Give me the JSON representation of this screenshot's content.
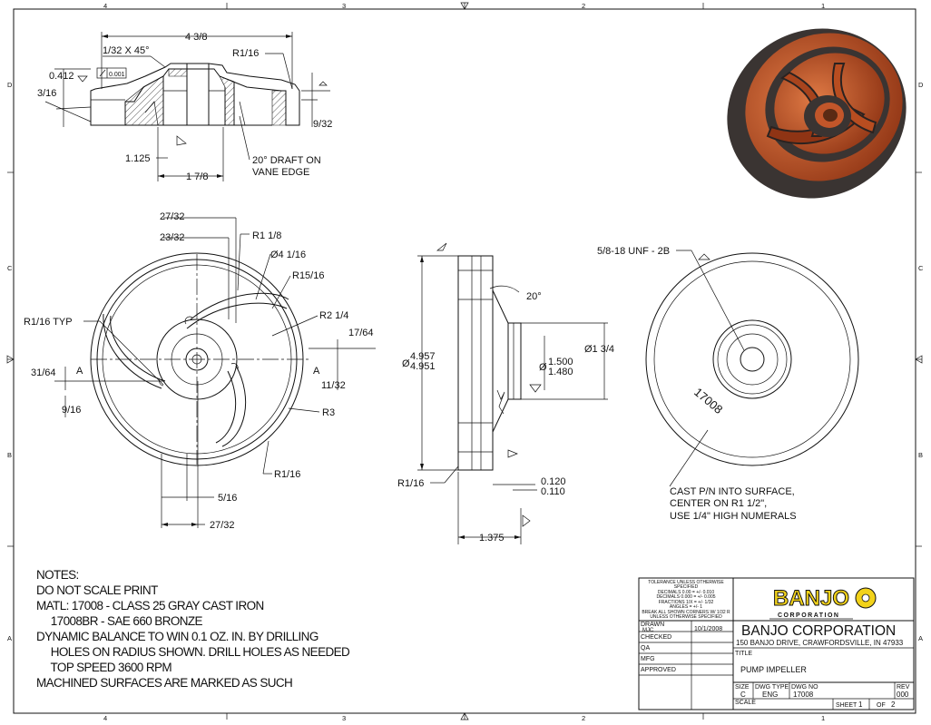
{
  "zones": {
    "top": [
      "4",
      "3",
      "2",
      "1"
    ],
    "bottom": [
      "4",
      "3",
      "2",
      "1"
    ],
    "left": [
      "D",
      "C",
      "B",
      "A"
    ],
    "right": [
      "D",
      "C",
      "B",
      "A"
    ]
  },
  "section_view": {
    "dims": {
      "overall_dia": "4 3/8",
      "chamfer": "1/32 X 45°",
      "radius_rim": "R1/16",
      "height": "0.412",
      "flatness": "0.001",
      "hub_offset": "3/16",
      "rim_thickness": "9/32",
      "hub_dia": "1.125",
      "hub_outer": "1 7/8",
      "draft_note_1": "20° DRAFT ON",
      "draft_note_2": "VANE EDGE"
    }
  },
  "front_view": {
    "dims": {
      "d1": "27/32",
      "d2": "23/32",
      "r1": "R1 1/8",
      "hole": "Ø4 1/16",
      "r2": "R15/16",
      "r3": "R2 1/4",
      "r4": "R1/16 TYP",
      "d3": "17/64",
      "d4": "31/64",
      "section_a": "A",
      "d5": "11/32",
      "d6": "9/16",
      "r5": "R3",
      "r6": "R1/16",
      "d7": "5/16",
      "d8": "27/32"
    }
  },
  "side_view": {
    "dims": {
      "outer_max": "4.957",
      "outer_min": "4.951",
      "angle": "20°",
      "bore_max": "1.500",
      "bore_min": "1.480",
      "hub": "Ø1 3/4",
      "fillet": "R1/16",
      "thick_max": "0.120",
      "thick_min": "0.110",
      "length": "1.375"
    }
  },
  "back_view": {
    "thread": "5/8-18 UNF - 2B",
    "part_number": "17008",
    "cast_note_1": "CAST P/N INTO SURFACE,",
    "cast_note_2": "CENTER ON R1 1/2\",",
    "cast_note_3": "USE 1/4\" HIGH NUMERALS"
  },
  "notes": {
    "title": "NOTES:",
    "lines": [
      "DO NOT SCALE PRINT",
      "MATL: 17008 - CLASS 25 GRAY CAST IRON",
      "     17008BR - SAE 660 BRONZE",
      "DYNAMIC BALANCE TO WIN 0.1 OZ. IN. BY DRILLING",
      "     HOLES ON RADIUS SHOWN. DRILL HOLES AS NEEDED",
      "     TOP SPEED 3600 RPM",
      "MACHINED SURFACES ARE MARKED AS SUCH"
    ]
  },
  "title_block": {
    "tolerance": [
      "TOLERANCE UNLESS OTHERWISE",
      "SPECIFIED",
      "DECIMALS 0.00  = +/- 0.010",
      "DECIMALS 0.000 = +/- 0.005",
      "FRACTIONS 1/X  = +/- 1/32",
      "ANGLES  = +/- 1",
      "BREAK ALL SHOWN CORNERS W/ 1/32 R",
      "UNLESS OTHERWISE SPECIFIED"
    ],
    "logo_text": "BANJO",
    "logo_sub": "CORPORATION",
    "drawn_label": "DRAWN",
    "drawn_by": "MJC",
    "drawn_date": "10/1/2008",
    "checked_label": "CHECKED",
    "qa_label": "QA",
    "mfg_label": "MFG",
    "approved_label": "APPROVED",
    "company": "BANJO CORPORATION",
    "address": "150 BANJO DRIVE, CRAWFORDSVILLE, IN 47933",
    "title_label": "TITLE",
    "title": "PUMP IMPELLER",
    "size_label": "SIZE",
    "size": "C",
    "dwg_type_label": "DWG TYPE",
    "dwg_type": "ENG",
    "dwg_no_label": "DWG NO",
    "dwg_no": "17008",
    "rev_label": "REV",
    "rev": "000",
    "scale_label": "SCALE",
    "sheet_label": "SHEET",
    "sheet": "1",
    "of_label": "OF",
    "of": "2"
  },
  "colors": {
    "line": "#111111",
    "copper": "#c2562a",
    "dark_rim": "#3a3432",
    "logo_yellow": "#f2d21a"
  }
}
